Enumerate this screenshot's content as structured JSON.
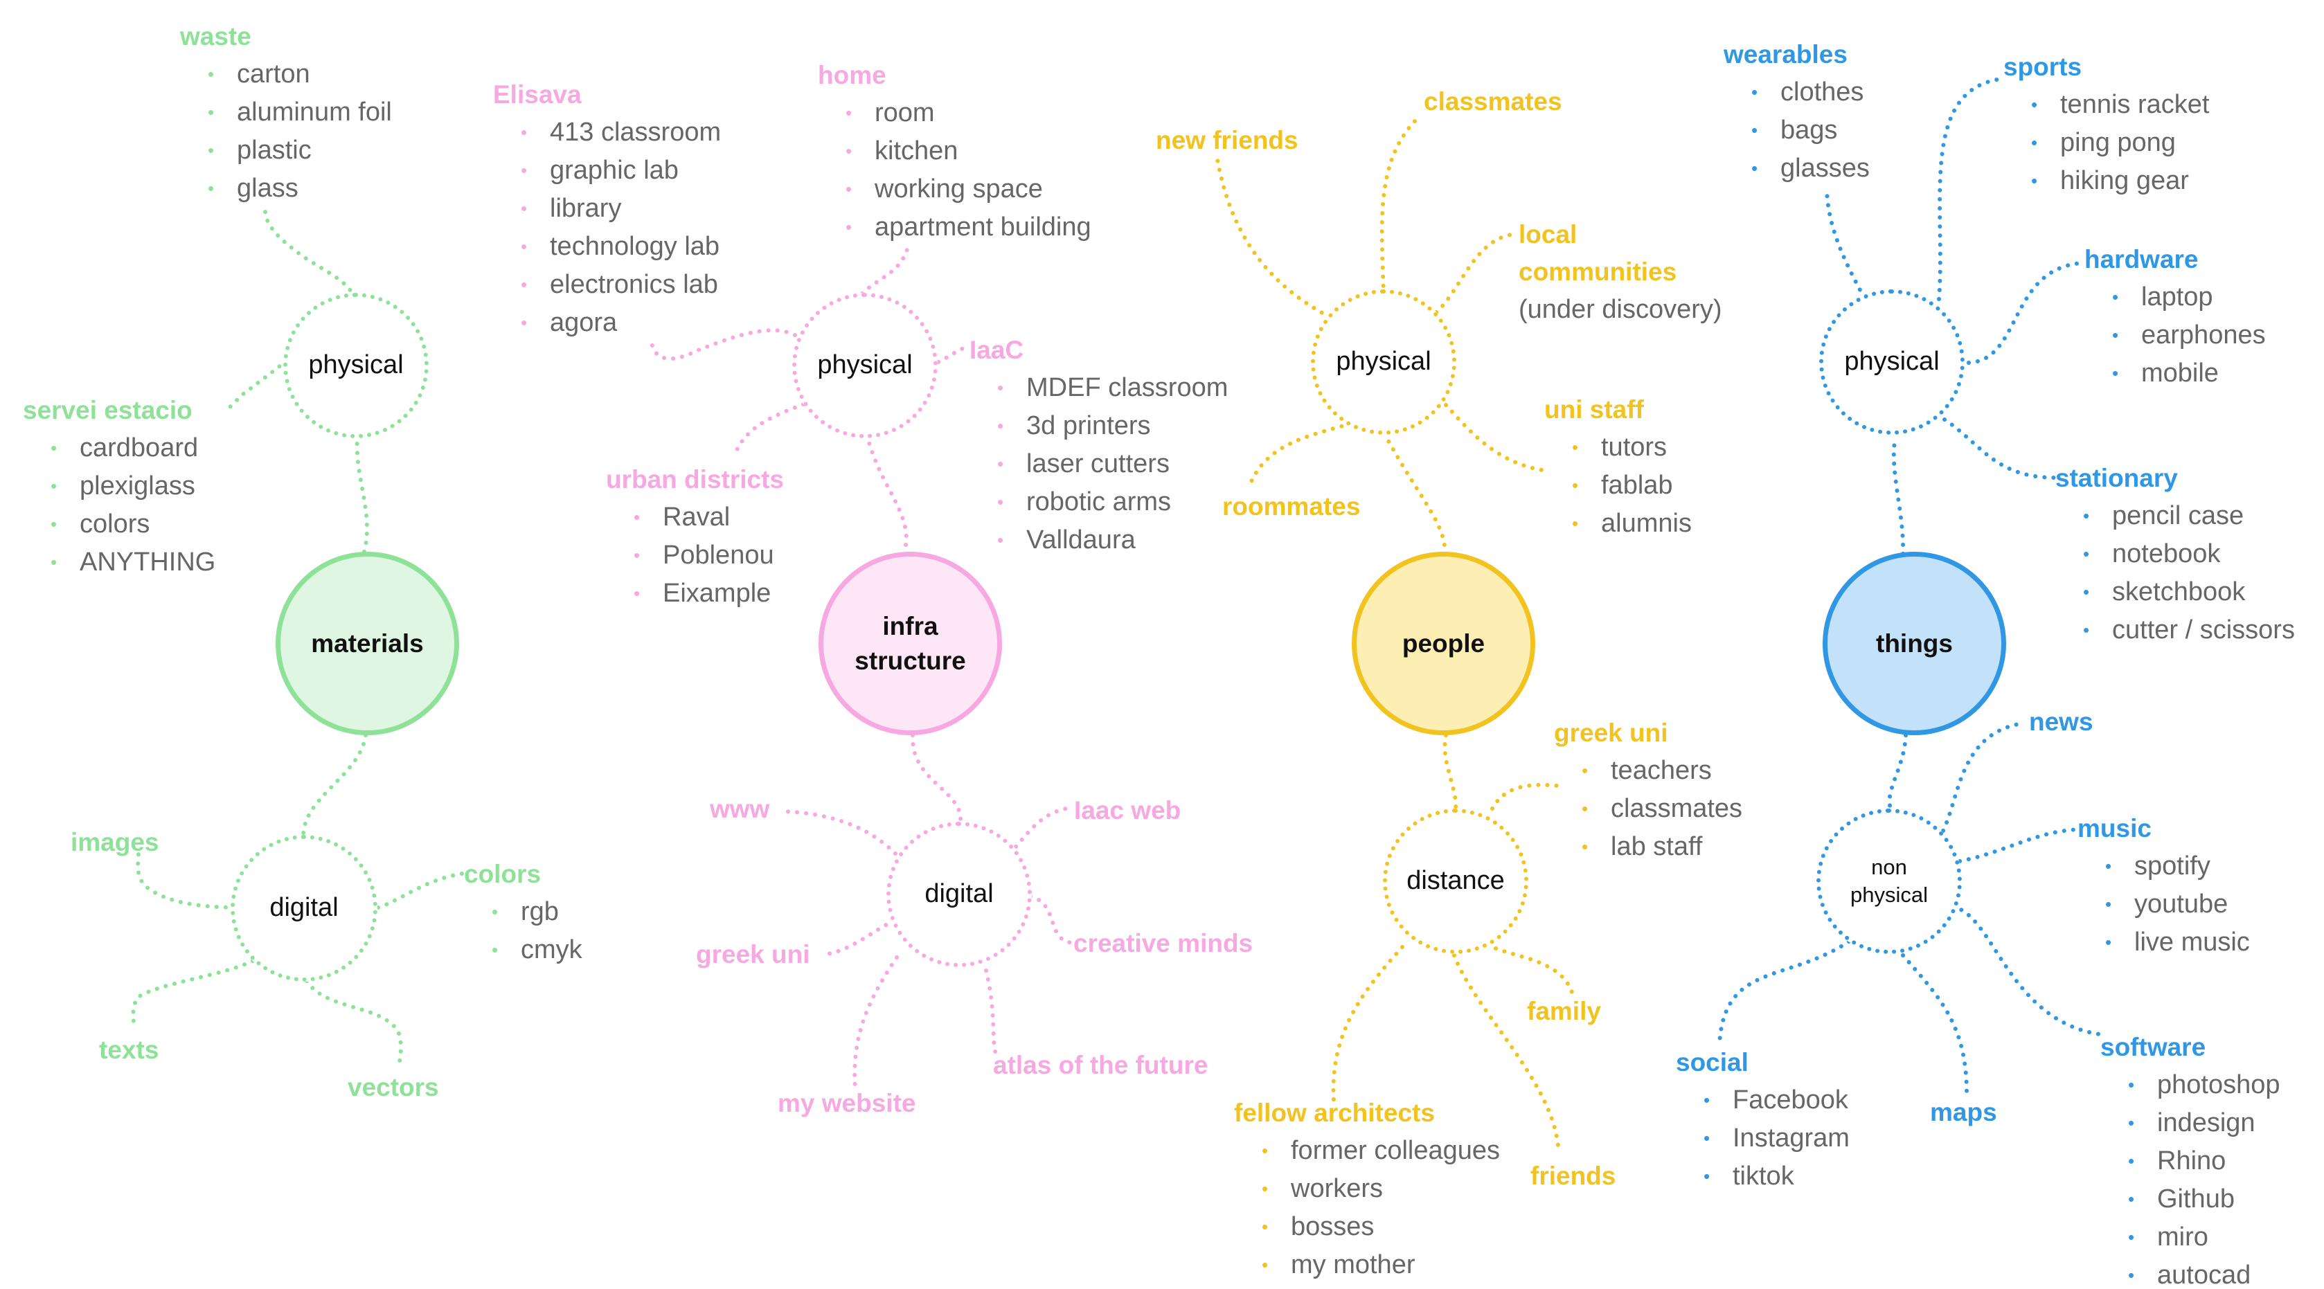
{
  "colors": {
    "materials": {
      "line": "#8ee297",
      "hub_fill": "#dff6e2"
    },
    "infrastructure": {
      "line": "#f7a8e0",
      "hub_fill": "#fde6f6"
    },
    "people": {
      "line": "#f2c21f",
      "hub_fill": "#fdeeb3"
    },
    "things": {
      "line": "#2f97e3",
      "hub_fill": "#c3e1f8"
    }
  },
  "materials": {
    "hub": "materials",
    "physical": {
      "label": "physical",
      "waste": {
        "label": "waste",
        "items": [
          "carton",
          "aluminum foil",
          "plastic",
          "glass"
        ]
      },
      "servei_estacio": {
        "label": "servei estacio",
        "items": [
          "cardboard",
          "plexiglass",
          "colors",
          "ANYTHING"
        ]
      }
    },
    "digital": {
      "label": "digital",
      "images": "images",
      "colors": {
        "label": "colors",
        "items": [
          "rgb",
          "cmyk"
        ]
      },
      "texts": "texts",
      "vectors": "vectors"
    }
  },
  "infrastructure": {
    "hub": "infra\nstructure",
    "physical": {
      "label": "physical",
      "elisava": {
        "label": "Elisava",
        "items": [
          "413 classroom",
          "graphic lab",
          "library",
          "technology lab",
          "electronics lab",
          "agora"
        ]
      },
      "home": {
        "label": "home",
        "items": [
          "room",
          "kitchen",
          "working space",
          "apartment building"
        ]
      },
      "iaac": {
        "label": "IaaC",
        "items": [
          "MDEF classroom",
          "3d printers",
          "laser cutters",
          "robotic arms",
          "Valldaura"
        ]
      },
      "urban_districts": {
        "label": "urban districts",
        "items": [
          "Raval",
          "Poblenou",
          "Eixample"
        ]
      }
    },
    "digital": {
      "label": "digital",
      "www": "www",
      "iaac_web": "Iaac web",
      "greek_uni": "greek uni",
      "creative_minds": "creative minds",
      "my_website": "my website",
      "atlas": "atlas of the future"
    }
  },
  "people": {
    "hub": "people",
    "physical": {
      "label": "physical",
      "new_friends": "new friends",
      "classmates": "classmates",
      "local_communities": {
        "label": "local\ncommunities",
        "note": "(under discovery)"
      },
      "uni_staff": {
        "label": "uni staff",
        "items": [
          "tutors",
          "fablab",
          "alumnis"
        ]
      },
      "roommates": "roommates"
    },
    "distance": {
      "label": "distance",
      "greek_uni": {
        "label": "greek uni",
        "items": [
          "teachers",
          "classmates",
          "lab staff"
        ]
      },
      "family": "family",
      "fellow_architects": {
        "label": "fellow architects",
        "items": [
          "former colleagues",
          "workers",
          "bosses",
          "my mother"
        ]
      },
      "friends": "friends"
    }
  },
  "things": {
    "hub": "things",
    "physical": {
      "label": "physical",
      "wearables": {
        "label": "wearables",
        "items": [
          "clothes",
          "bags",
          "glasses"
        ]
      },
      "sports": {
        "label": "sports",
        "items": [
          "tennis racket",
          "ping pong",
          "hiking gear"
        ]
      },
      "hardware": {
        "label": "hardware",
        "items": [
          "laptop",
          "earphones",
          "mobile"
        ]
      },
      "stationary": {
        "label": "stationary",
        "items": [
          "pencil case",
          "notebook",
          "sketchbook",
          "cutter / scissors"
        ]
      }
    },
    "non_physical": {
      "label": "non\nphysical",
      "news": "news",
      "music": {
        "label": "music",
        "items": [
          "spotify",
          "youtube",
          "live music"
        ]
      },
      "software": {
        "label": "software",
        "items": [
          "photoshop",
          "indesign",
          "Rhino",
          "Github",
          "miro",
          "autocad"
        ]
      },
      "social": {
        "label": "social",
        "items": [
          "Facebook",
          "Instagram",
          "tiktok"
        ]
      },
      "maps": "maps"
    }
  }
}
